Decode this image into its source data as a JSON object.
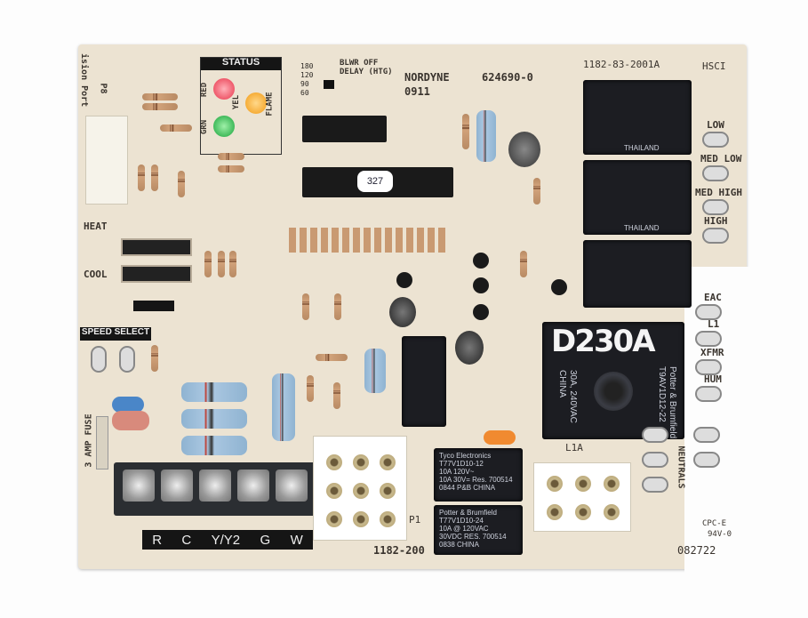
{
  "board": {
    "maker": "NORDYNE",
    "part_number": "624690-0",
    "date_code": "0911",
    "pcb_number": "1182-83-2001A",
    "model": "HSCI",
    "sticker": "327",
    "handwritten": "D230A",
    "bottom_pcb": "1182-200",
    "cert": "CPC-E",
    "rating": "94V-0",
    "serial": "082722"
  },
  "status": {
    "title": "STATUS",
    "red": "RED",
    "green": "GRN",
    "yellow": "YEL",
    "flame": "FLAME"
  },
  "blower_delay": {
    "label": "BLWR OFF DELAY (HTG)",
    "options": [
      "180",
      "120",
      "90",
      "60"
    ]
  },
  "left": {
    "port": "ision Port",
    "p8": "P8",
    "heat": "HEAT",
    "cool": "COOL",
    "speed_select": "SPEED SELECT",
    "fuse": "3 AMP FUSE"
  },
  "speed_taps": [
    "LOW",
    "MED LOW",
    "MED HIGH",
    "HIGH"
  ],
  "outputs": [
    "EAC",
    "L1",
    "XFMR",
    "HUM",
    "NEUTRALS"
  ],
  "thermostat_terminals": [
    "R",
    "C",
    "Y/Y2",
    "G",
    "W"
  ],
  "connectors": {
    "p1": "P1",
    "l1a": "L1A"
  },
  "relays": {
    "main": [
      "Potter & Brumfield",
      "T9AV1D12-22",
      "30A, 240VAC",
      "CHINA"
    ],
    "relay1": [
      "Tyco Electronics",
      "T77V1D10-12",
      "10A 120V~",
      "10A 30V= Res. 700514",
      "0844 P&B CHINA"
    ],
    "relay2": [
      "Potter & Brumfield",
      "T77V1D10-24",
      "10A @ 120VAC",
      "30VDC RES. 700514",
      "0838 CHINA"
    ],
    "speed": "THAILAND"
  }
}
